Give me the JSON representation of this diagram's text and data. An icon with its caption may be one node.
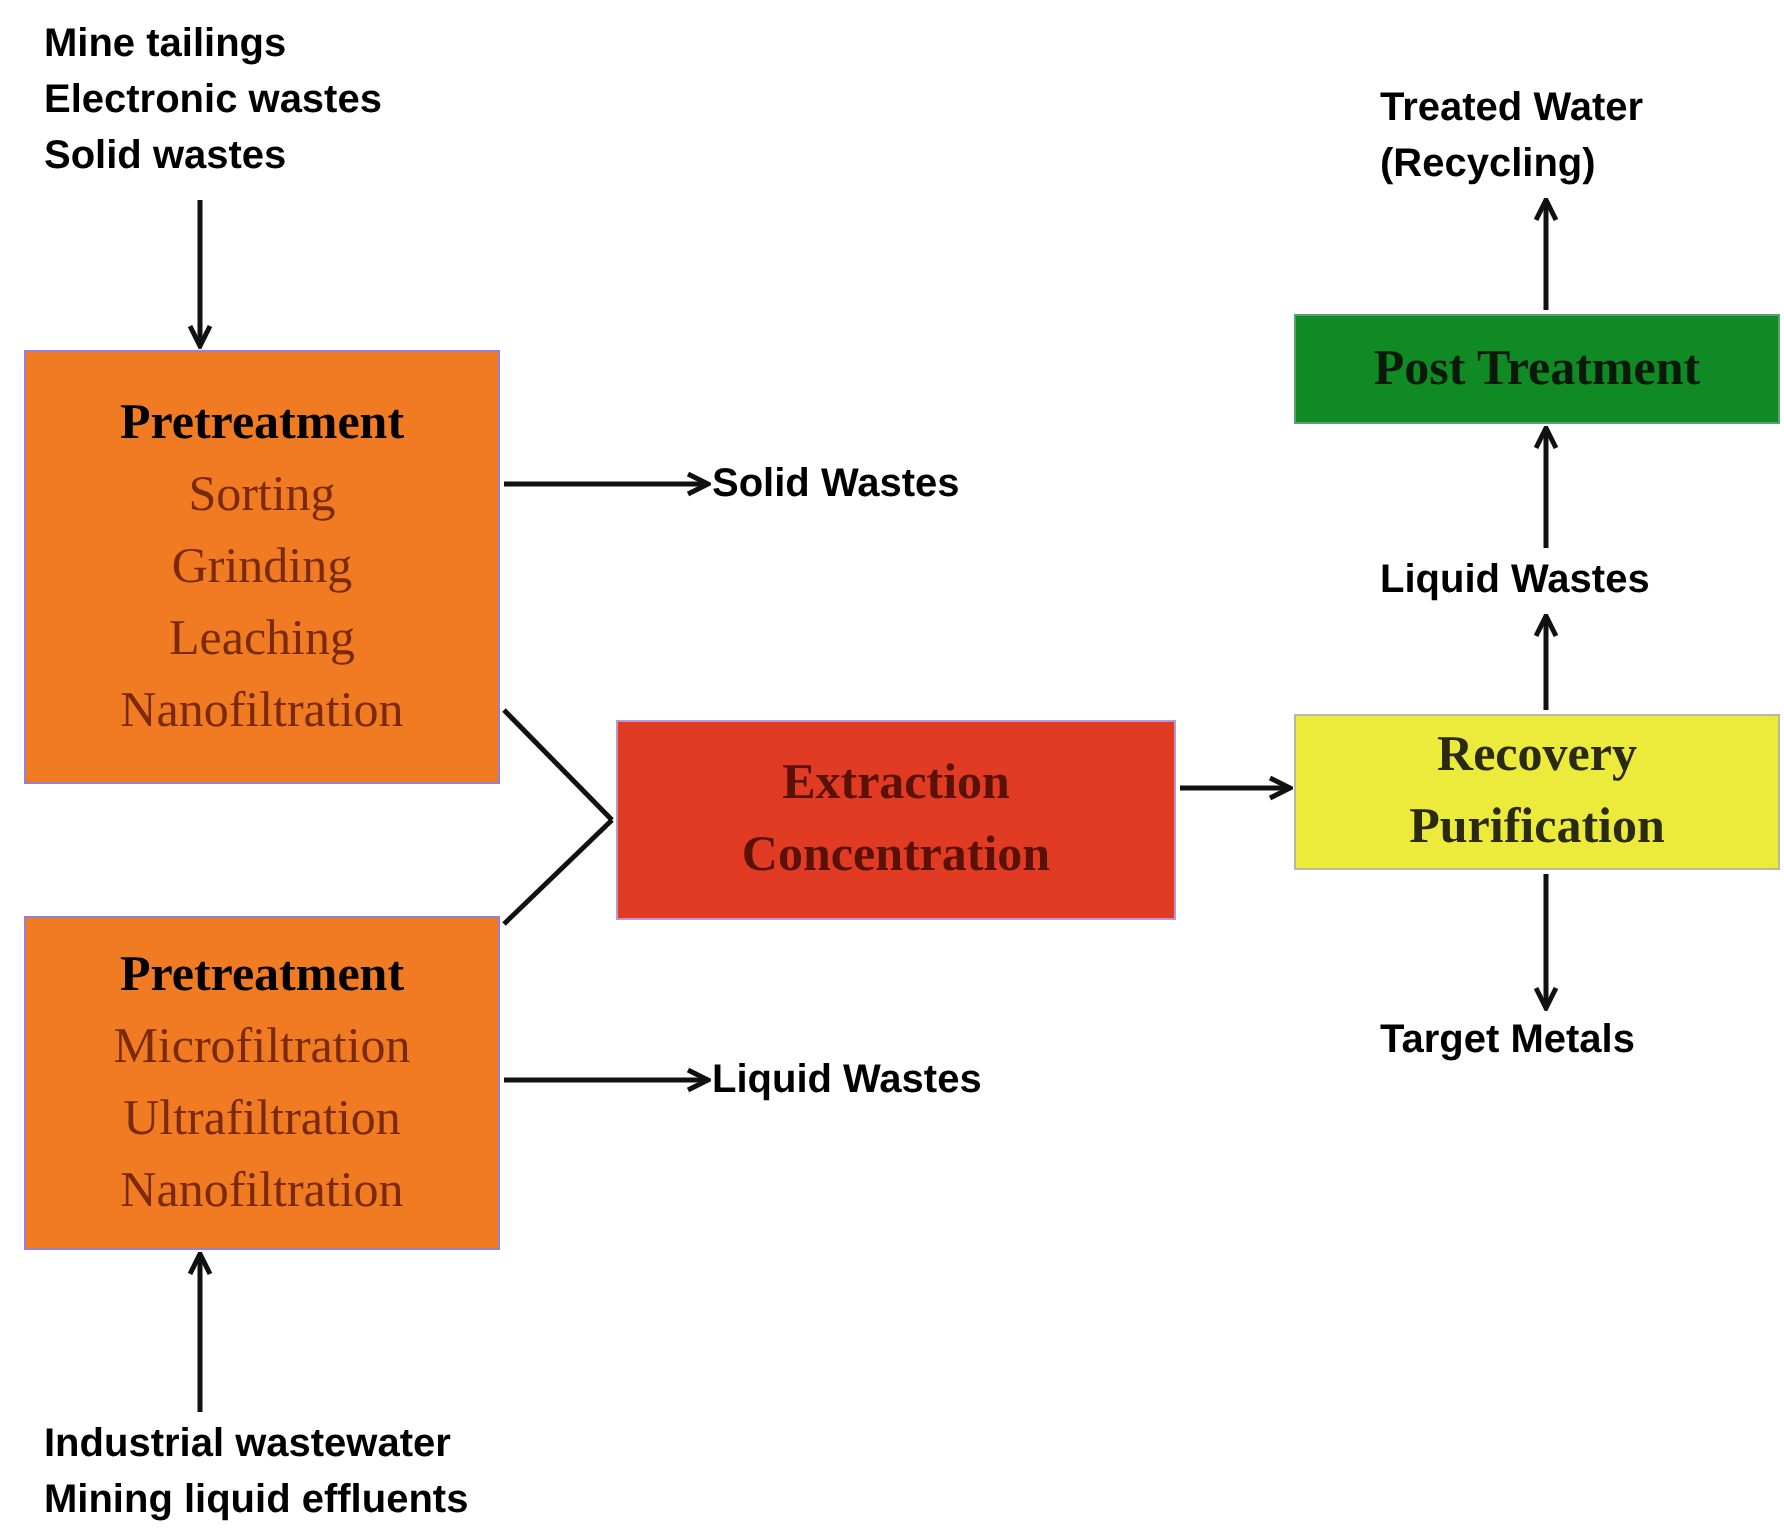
{
  "diagram": {
    "nodes": [
      {
        "text": [
          "Mine tailings",
          "Electronic wastes",
          "Solid wastes"
        ]
      },
      {
        "text": [
          "Pretreatment",
          "Sorting",
          "Grinding",
          "Leaching",
          "Nanofiltration"
        ]
      },
      {
        "text": [
          "Solid Wastes"
        ]
      },
      {
        "text": [
          "Pretreatment",
          "Microfiltration",
          "Ultrafiltration",
          "Nanofiltration"
        ]
      },
      {
        "text": [
          "Liquid Wastes"
        ]
      },
      {
        "text": [
          "Industrial wastewater",
          "Mining liquid effluents"
        ]
      },
      {
        "text": [
          "Extraction",
          "Concentration"
        ]
      },
      {
        "text": [
          "Recovery",
          "Purification"
        ]
      },
      {
        "text": [
          "Liquid Wastes"
        ]
      },
      {
        "text": [
          "Post Treatment"
        ]
      },
      {
        "text": [
          "Treated Water",
          "(Recycling)"
        ]
      },
      {
        "text": [
          "Target Metals"
        ]
      }
    ],
    "edges": [
      {
        "from": 0,
        "to": 1,
        "arrow": "to"
      },
      {
        "from": 1,
        "to": 2,
        "arrow": "to"
      },
      {
        "from": 1,
        "to": 6,
        "arrow": "none"
      },
      {
        "from": 3,
        "to": 6,
        "arrow": "none"
      },
      {
        "from": 5,
        "to": 3,
        "arrow": "to"
      },
      {
        "from": 3,
        "to": 4,
        "arrow": "to"
      },
      {
        "from": 6,
        "to": 7,
        "arrow": "to"
      },
      {
        "from": 7,
        "to": 8,
        "arrow": "to"
      },
      {
        "from": 8,
        "to": 9,
        "arrow": "to"
      },
      {
        "from": 9,
        "to": 10,
        "arrow": "to"
      },
      {
        "from": 7,
        "to": 11,
        "arrow": "to"
      }
    ]
  }
}
